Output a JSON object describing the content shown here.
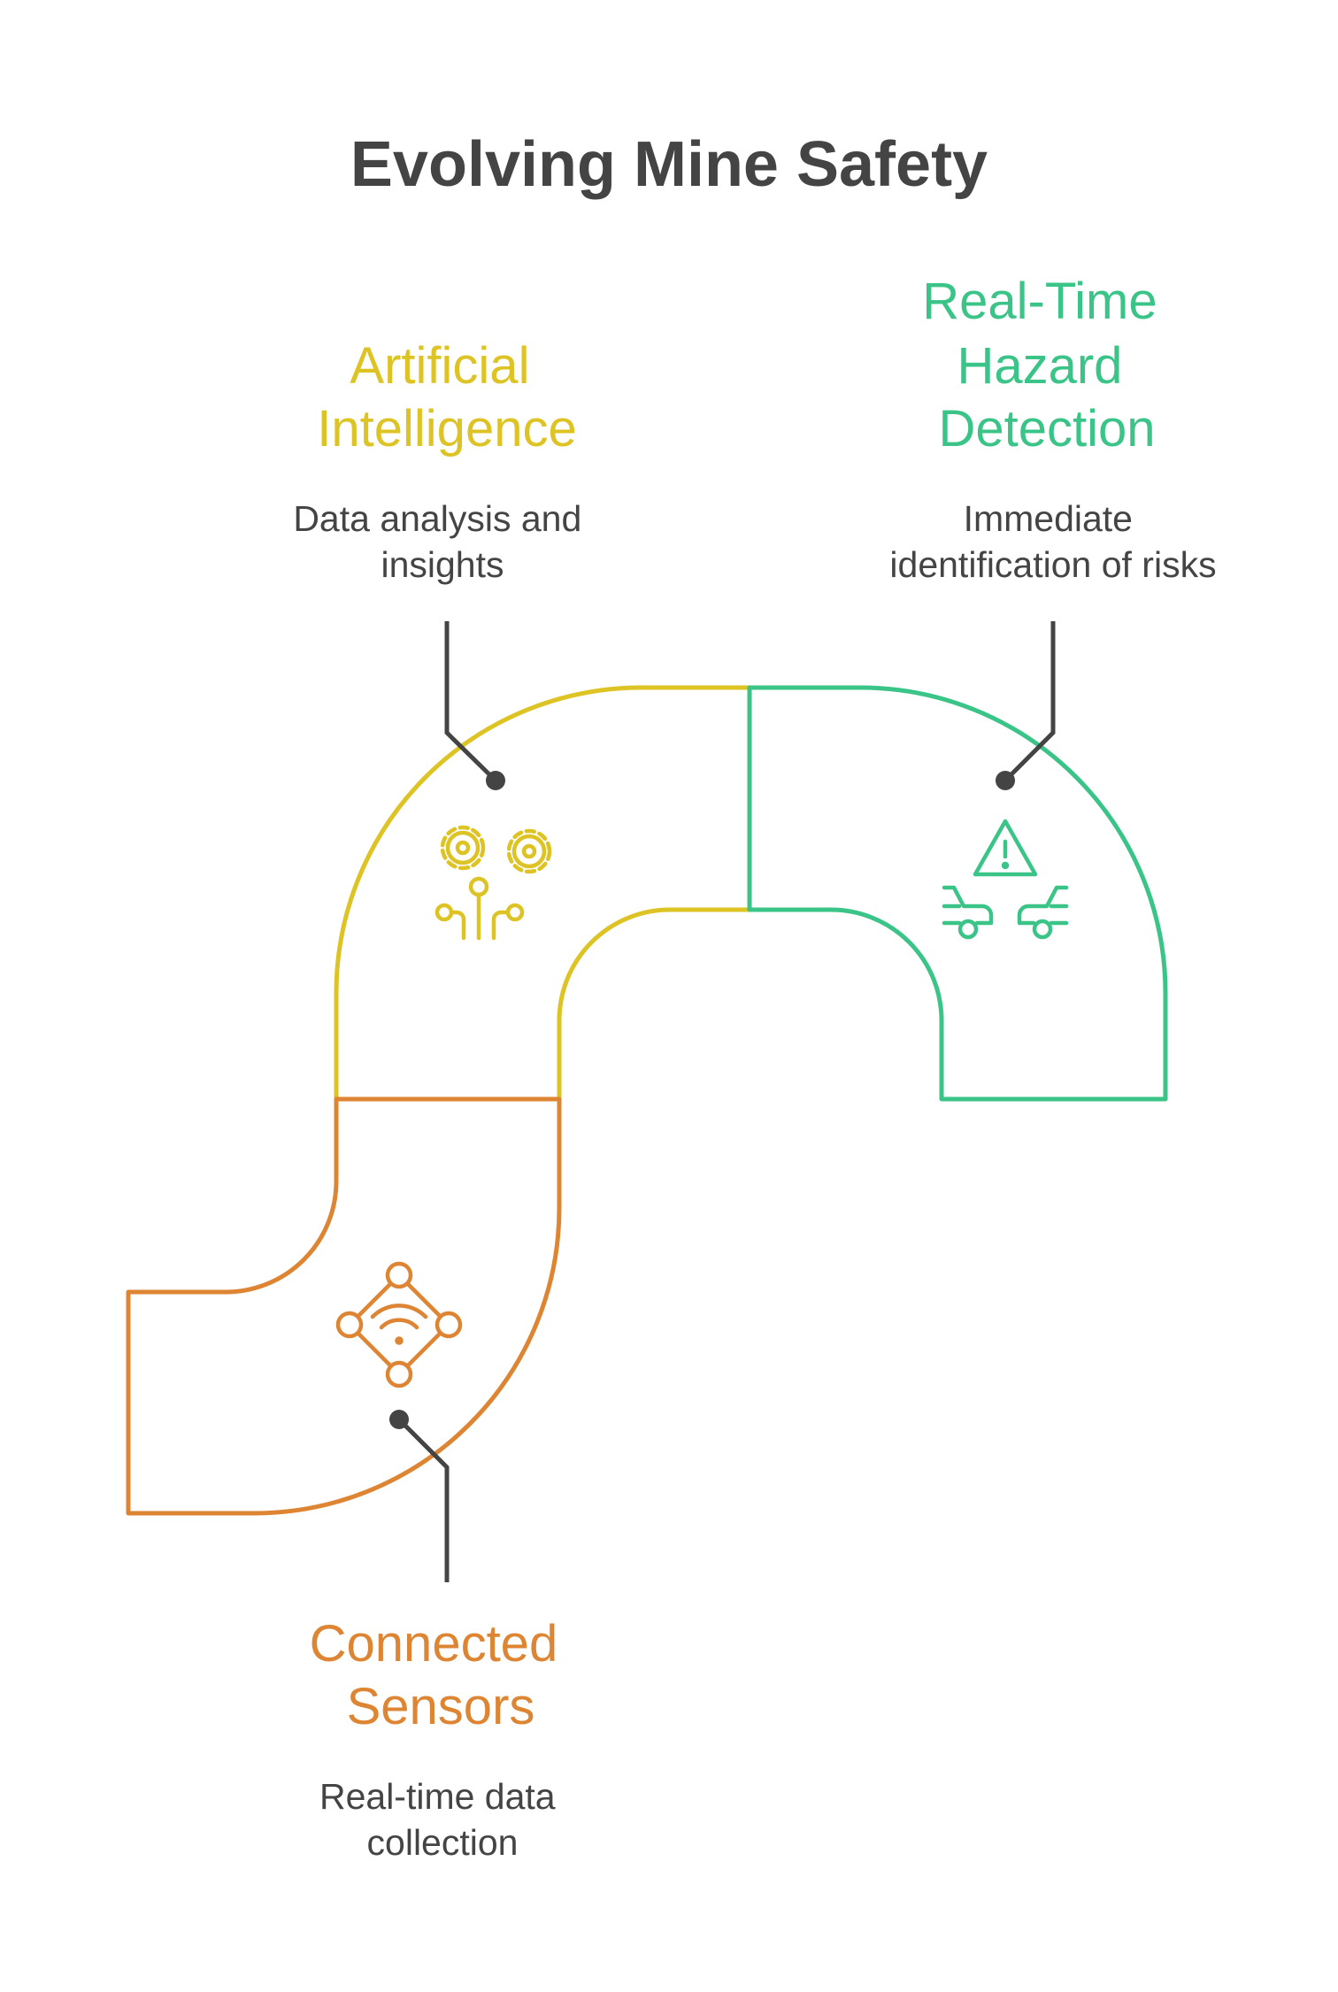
{
  "title": "Evolving Mine Safety",
  "colors": {
    "text": "#444444",
    "connector": "#444444",
    "ai": "#DDC323",
    "hazard": "#3BC487",
    "sensors": "#DD8533"
  },
  "stages": {
    "ai": {
      "title_lines": [
        "Artificial",
        "Intelligence"
      ],
      "desc_lines": [
        "Data analysis and",
        "insights"
      ],
      "icon": "gears-circuit-icon"
    },
    "hazard": {
      "title_lines": [
        "Real-Time",
        "Hazard",
        "Detection"
      ],
      "desc_lines": [
        "Immediate",
        "identification of risks"
      ],
      "icon": "warning-cars-icon"
    },
    "sensors": {
      "title_lines": [
        "Connected",
        "Sensors"
      ],
      "desc_lines": [
        "Real-time data",
        "collection"
      ],
      "icon": "wifi-network-icon"
    }
  }
}
